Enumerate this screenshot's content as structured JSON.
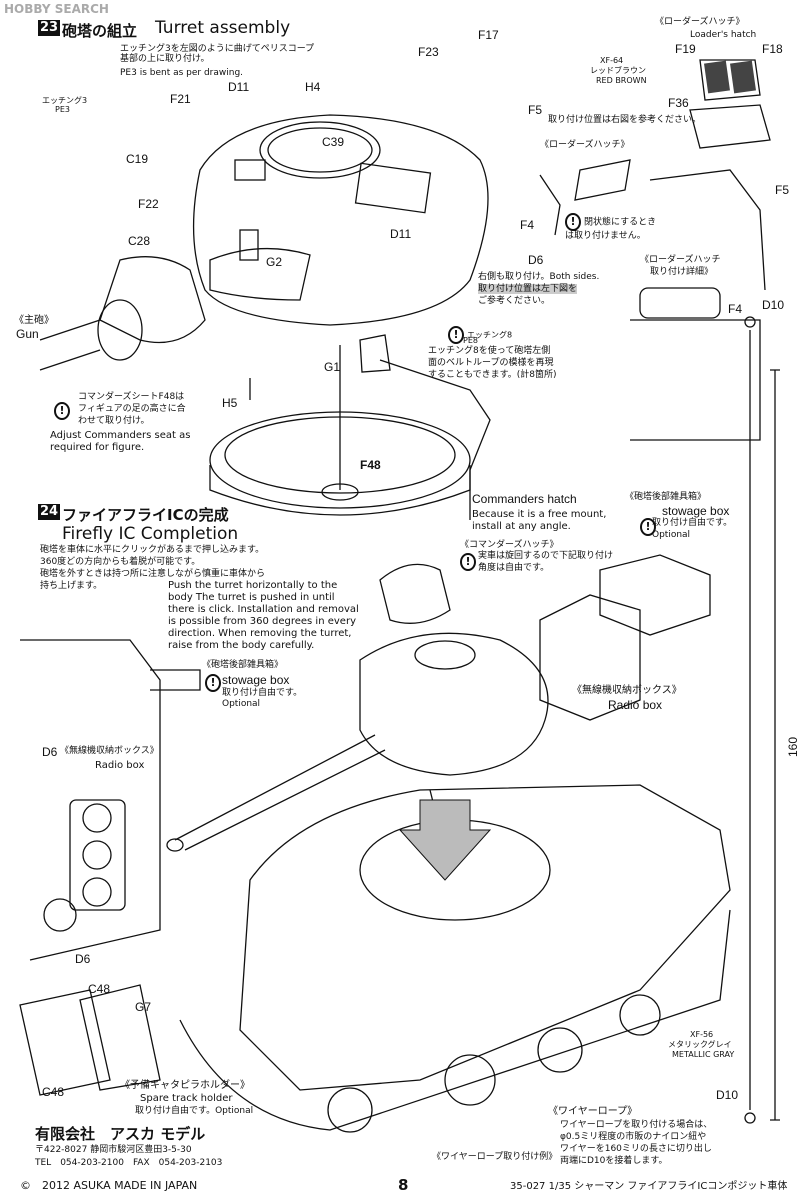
{
  "watermark": "HOBBY SEARCH",
  "step23": {
    "number": "23",
    "title_jp": "砲塔の組立",
    "title_en": "Turret assembly",
    "note_jp": "エッチング3を左図のように曲げてペリスコープ基部の上に取り付け。",
    "note_en": "PE3 is bent as per drawing.",
    "etching3_label_jp": "エッチング3",
    "etching3_label_en": "PE3",
    "parts": {
      "d11_top": "D11",
      "h4": "H4",
      "f23": "F23",
      "f17": "F17",
      "f21": "F21",
      "c39": "C39",
      "c19": "C19",
      "f22": "F22",
      "c28": "C28",
      "g2": "G2",
      "d11_mid": "D11",
      "d6": "D6",
      "g1": "G1",
      "h5": "H5",
      "f48": "F48",
      "f5": "F5",
      "f4": "F4",
      "f19": "F19",
      "f18": "F18",
      "f36": "F36",
      "f5_b": "F5",
      "f4_b": "F4",
      "d10_top": "D10"
    },
    "f5_note": "取り付け位置は右図を参考ください。",
    "loaders_hatch_jp": "《ローダーズハッチ》",
    "loaders_hatch_en": "Loader's hatch",
    "paint_xf64_code": "XF-64",
    "paint_xf64_jp": "レッドブラウン",
    "paint_xf64_en": "RED BROWN",
    "loaders_hatch_jp2": "《ローダーズハッチ》",
    "closed_note": "閉状態にするときは取り付けません。",
    "d6_note_1": "右側も取り付け。Both sides.",
    "d6_note_2": "取り付け位置は左下図を",
    "d6_note_3": "ご参考ください。",
    "loaders_detail_1": "《ローダーズハッチ",
    "loaders_detail_2": "取り付け詳細》",
    "gun_jp": "《主砲》",
    "gun_en": "Gun",
    "etching8_code": "エッチング8",
    "etching8_en": "PE8",
    "etching8_note_1": "エッチング8を使って砲塔左側",
    "etching8_note_2": "面のベルトループの模様を再現",
    "etching8_note_3": "することもできます。(計8箇所)",
    "commander_seat_jp_1": "コマンダーズシートF48は",
    "commander_seat_jp_2": "フィギュアの足の高さに合",
    "commander_seat_jp_3": "わせて取り付け。",
    "commander_seat_en_1": "Adjust Commanders seat as",
    "commander_seat_en_2": "required for figure."
  },
  "step24": {
    "number": "24",
    "title_jp": "ファイアフライICの完成",
    "title_en": "Firefly IC Completion",
    "note_jp_1": "砲塔を車体に水平にクリックがあるまで押し込みます。",
    "note_jp_2": "360度どの方向からも着脱が可能です。",
    "note_jp_3": "砲塔を外すときは持つ所に注意しながら慎重に車体から",
    "note_jp_4": "持ち上げます。",
    "note_en_1": "Push the turret horizontally to the",
    "note_en_2": "body The turret is pushed in until",
    "note_en_3": "there is click. Installation and removal",
    "note_en_4": "is possible from 360 degrees in every",
    "note_en_5": "direction. When removing the turret,",
    "note_en_6": "raise from the body carefully.",
    "commanders_hatch_en": "Commanders hatch",
    "commanders_hatch_en_2": "Because it is a free mount,",
    "commanders_hatch_en_3": "install at any angle.",
    "commanders_hatch_jp": "《コマンダーズハッチ》",
    "commanders_hatch_jp_2": "実車は旋回するので下記取り付け",
    "commanders_hatch_jp_3": "角度は自由です。",
    "stowage_jp": "《砲塔後部雑具箱》",
    "stowage_en": "stowage box",
    "stowage_opt_jp": "取り付け自由です。",
    "stowage_opt_en": "Optional",
    "stowage2_jp": "《砲塔後部雑具箱》",
    "stowage2_en": "stowage box",
    "stowage2_opt_jp": "取り付け自由です。",
    "stowage2_opt_en": "Optional",
    "radio_jp": "《無線機収納ボックス》",
    "radio_en": "Radio box",
    "radio2_jp": "《無線機収納ボックス》",
    "radio2_en": "Radio box",
    "d6_left": "D6",
    "d6_left2": "D6",
    "c48_a": "C48",
    "g7": "G7",
    "c48_b": "C48",
    "track_holder_jp": "《予備キャタピラホルダー》",
    "track_holder_en": "Spare track holder",
    "track_holder_opt": "取り付け自由です。Optional",
    "wire_rope_jp": "《ワイヤーロープ》",
    "wire_rope_note_1": "ワイヤーロープを取り付ける場合は、",
    "wire_rope_note_2": "φ0.5ミリ程度の市販のナイロン紐や",
    "wire_rope_note_3": "ワイヤーを160ミリの長さに切り出し",
    "wire_rope_note_4": "両端にD10を接着します。",
    "wire_rope_example": "《ワイヤーロープ取り付け例》",
    "paint_xf56_code": "XF-56",
    "paint_xf56_jp": "メタリックグレイ",
    "paint_xf56_en": "METALLIC GRAY",
    "d10_bottom": "D10",
    "length_160": "160"
  },
  "footer": {
    "company_jp": "有限会社　アスカ モデル",
    "address": "〒422-8027 静岡市駿河区豊田3-5-30",
    "tel": "TEL　054-203-2100　FAX　054-203-2103",
    "copyright": "©　2012 ASUKA MADE IN JAPAN",
    "page_number": "8",
    "product": "35-027 1/35 シャーマン ファイアフライICコンポジット車体"
  }
}
